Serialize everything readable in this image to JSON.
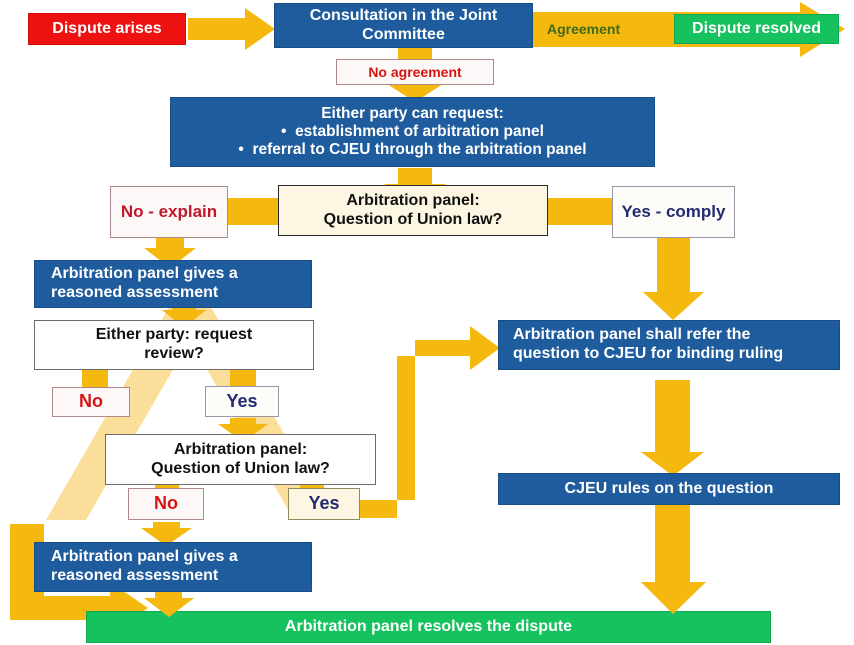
{
  "diagram": {
    "title": "Dispute settlement flowchart",
    "colors": {
      "blue": "#1F5C9E",
      "red": "#EE1111",
      "green": "#16C25E",
      "yellow": "#F5B80F",
      "yellow_light": "#FBDE9A",
      "cream": "#FCF6E3",
      "white": "#FFFFFF",
      "agreement_text": "#3F6B1E",
      "no_text": "#D61414",
      "yes_text": "#232A72"
    },
    "nodes": {
      "dispute_arises": "Dispute arises",
      "consultation": "Consultation in the Joint Committee",
      "dispute_resolved": "Dispute resolved",
      "no_agreement": "No agreement",
      "agreement": "Agreement",
      "either_party_request_title": "Either party can request:",
      "either_party_bullet_1": "establishment of arbitration panel",
      "either_party_bullet_2": "referral to CJEU through the arbitration panel",
      "no_explain": "No - explain",
      "question_union_law_1_line1": "Arbitration panel:",
      "question_union_law_1_line2": "Question of Union law?",
      "yes_comply": "Yes - comply",
      "reasoned_assessment_1_line1": "Arbitration panel gives a",
      "reasoned_assessment_1_line2": "reasoned assessment",
      "request_review_line1": "Either party: request",
      "request_review_line2": "review?",
      "review_no": "No",
      "review_yes": "Yes",
      "question_union_law_2_line1": "Arbitration panel:",
      "question_union_law_2_line2": "Question of Union law?",
      "union_law_no": "No",
      "union_law_yes": "Yes",
      "reasoned_assessment_2_line1": "Arbitration panel gives a",
      "reasoned_assessment_2_line2": "reasoned assessment",
      "refer_cjeu_line1": "Arbitration panel shall refer the",
      "refer_cjeu_line2": "question to CJEU for binding ruling",
      "cjeu_rules": "CJEU rules on the question",
      "panel_resolves": "Arbitration panel resolves the dispute"
    }
  }
}
